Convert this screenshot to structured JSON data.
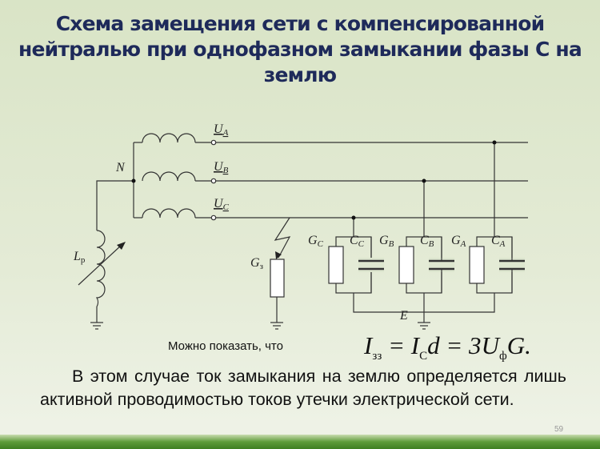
{
  "title": "Схема замещения сети с компенсированной нейтралью при однофазном замыкании фазы С на землю",
  "diagram": {
    "N": "N",
    "UA": "U",
    "UA_sub": "A",
    "UB": "U",
    "UB_sub": "B",
    "UC": "U",
    "UC_sub": "C",
    "Lp": "L",
    "Lp_sub": "р",
    "Gz": "G",
    "Gz_sub": "з",
    "GC": "G",
    "GC_sub": "C",
    "CC": "C",
    "CC_sub": "C",
    "GB": "G",
    "GB_sub": "B",
    "CB": "C",
    "CB_sub": "B",
    "GA": "G",
    "GA_sub": "A",
    "CA": "C",
    "CA_sub": "A",
    "E": "E"
  },
  "note": "Можно показать, что",
  "formula": {
    "I": "I",
    "I_sub": "зз",
    "eq1": " = ",
    "IC": "I",
    "IC_sub": "C",
    "d": "d = 3",
    "U": "U",
    "U_sub": "ф",
    "G": "G."
  },
  "paragraph": "В этом случае ток замыкания на землю определяется лишь активной проводимостью токов утечки электрической сети.",
  "page_number": "59"
}
